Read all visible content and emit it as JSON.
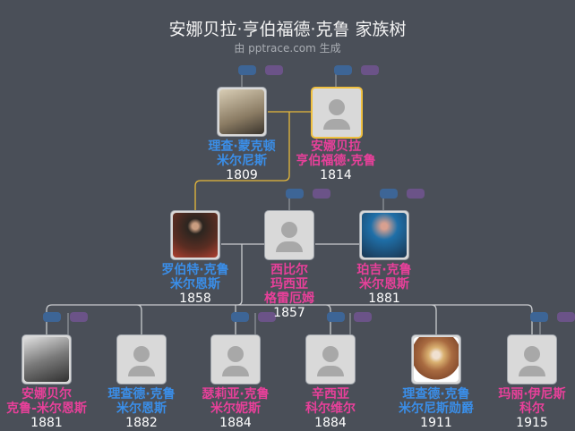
{
  "title": "安娜贝拉·亨伯福德·克鲁 家族树",
  "subtitle": "由 pptrace.com 生成",
  "colors": {
    "male": "#3a8ee8",
    "female": "#e8409a",
    "selected_border": "#f0c040",
    "background": "#4a4f58"
  },
  "people": [
    {
      "line1": "理查·蒙克顿",
      "line2": "米尔尼斯",
      "line3": "",
      "year": "1809",
      "gender": "male"
    },
    {
      "line1": "安娜贝拉",
      "line2": "亨伯福德·克鲁",
      "line3": "",
      "year": "1814",
      "gender": "female",
      "selected": true
    },
    {
      "line1": "罗伯特·克鲁",
      "line2": "米尔恩斯",
      "line3": "",
      "year": "1858",
      "gender": "male"
    },
    {
      "line1": "西比尔",
      "line2": "玛西亚",
      "line3": "格雷厄姆",
      "year": "1857",
      "gender": "female"
    },
    {
      "line1": "珀吉·克鲁",
      "line2": "米尔恩斯",
      "line3": "",
      "year": "1881",
      "gender": "female"
    },
    {
      "line1": "安娜贝尔",
      "line2": "克鲁-米尔恩斯",
      "line3": "",
      "year": "1881",
      "gender": "female"
    },
    {
      "line1": "理查德·克鲁",
      "line2": "米尔恩斯",
      "line3": "",
      "year": "1882",
      "gender": "male"
    },
    {
      "line1": "瑟莉亚·克鲁",
      "line2": "米尔妮斯",
      "line3": "",
      "year": "1884",
      "gender": "female"
    },
    {
      "line1": "辛西亚",
      "line2": "科尔维尔",
      "line3": "",
      "year": "1884",
      "gender": "female"
    },
    {
      "line1": "理查德·克鲁",
      "line2": "米尔尼斯勋爵",
      "line3": "",
      "year": "1911",
      "gender": "male"
    },
    {
      "line1": "玛丽·伊尼斯",
      "line2": "科尔",
      "line3": "",
      "year": "1915",
      "gender": "female"
    }
  ]
}
